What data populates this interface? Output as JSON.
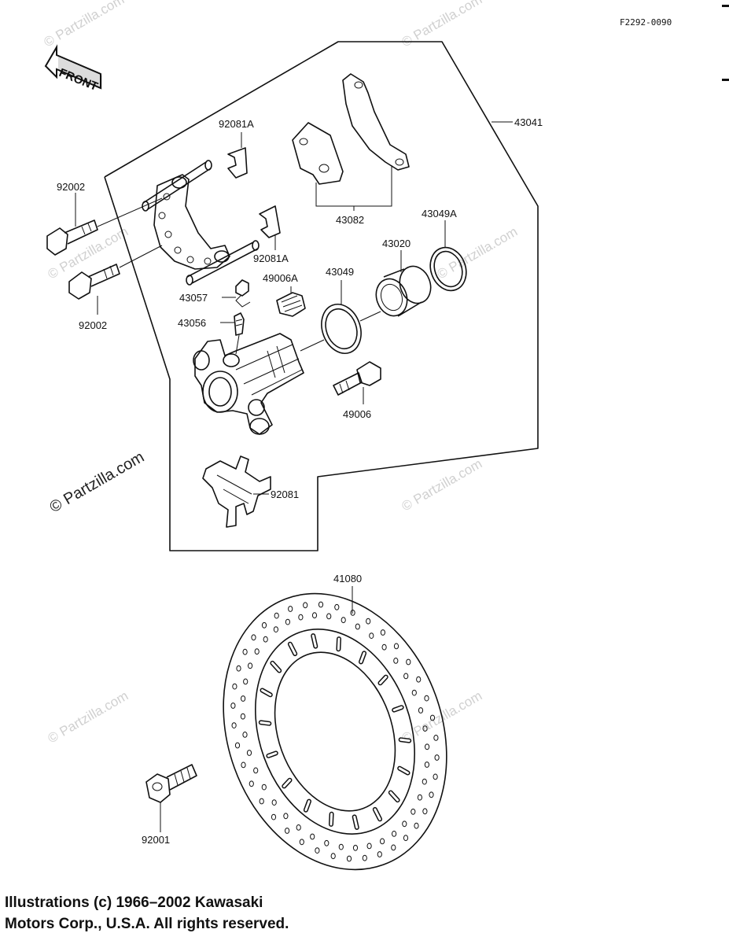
{
  "diagram_code": "F2292-0090",
  "front_arrow": {
    "label": "FRONT"
  },
  "parts": {
    "p43041": "43041",
    "p92081A_top": "92081A",
    "p92002_top": "92002",
    "p43082": "43082",
    "p43049A": "43049A",
    "p43020": "43020",
    "p92081A_mid": "92081A",
    "p43049": "43049",
    "p49006A": "49006A",
    "p43057": "43057",
    "p43056": "43056",
    "p92002_bottom": "92002",
    "p49006": "49006",
    "p92081": "92081",
    "p41080": "41080",
    "p92001": "92001"
  },
  "watermark": {
    "main": "© Partzilla.com",
    "faint": "© Partzilla.com"
  },
  "footer": {
    "line1": "Illustrations (c) 1966–2002 Kawasaki",
    "line2": "Motors Corp., U.S.A.  All rights reserved."
  },
  "colors": {
    "ink": "#111111",
    "watermark": "#d0d0d0",
    "background": "#ffffff"
  }
}
